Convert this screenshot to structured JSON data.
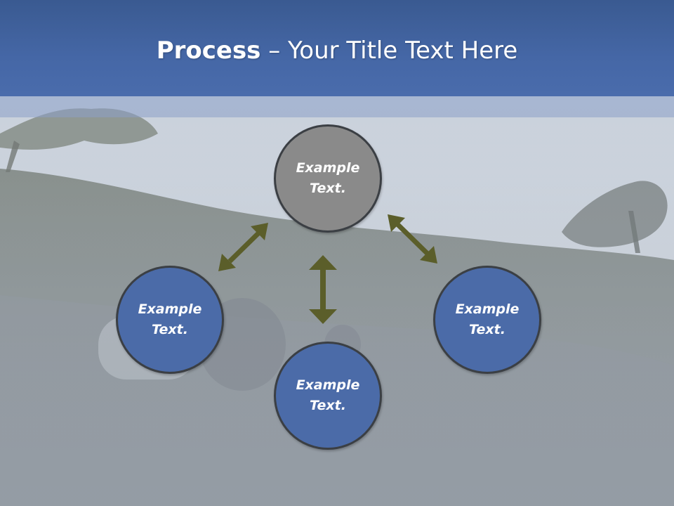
{
  "slide": {
    "title_bold": "Process",
    "title_rest": " – Your Title Text Here"
  },
  "diagram": {
    "center_node": {
      "text": "Example Text.",
      "color": "#8a8a8a"
    },
    "nodes": [
      {
        "position": "left",
        "text": "Example Text.",
        "color": "#4b6ba8"
      },
      {
        "position": "bottom",
        "text": "Example Text.",
        "color": "#4b6ba8"
      },
      {
        "position": "right",
        "text": "Example Text.",
        "color": "#4b6ba8"
      }
    ],
    "arrow_color": "#5b5e2a",
    "header_color": "#4567a6"
  }
}
